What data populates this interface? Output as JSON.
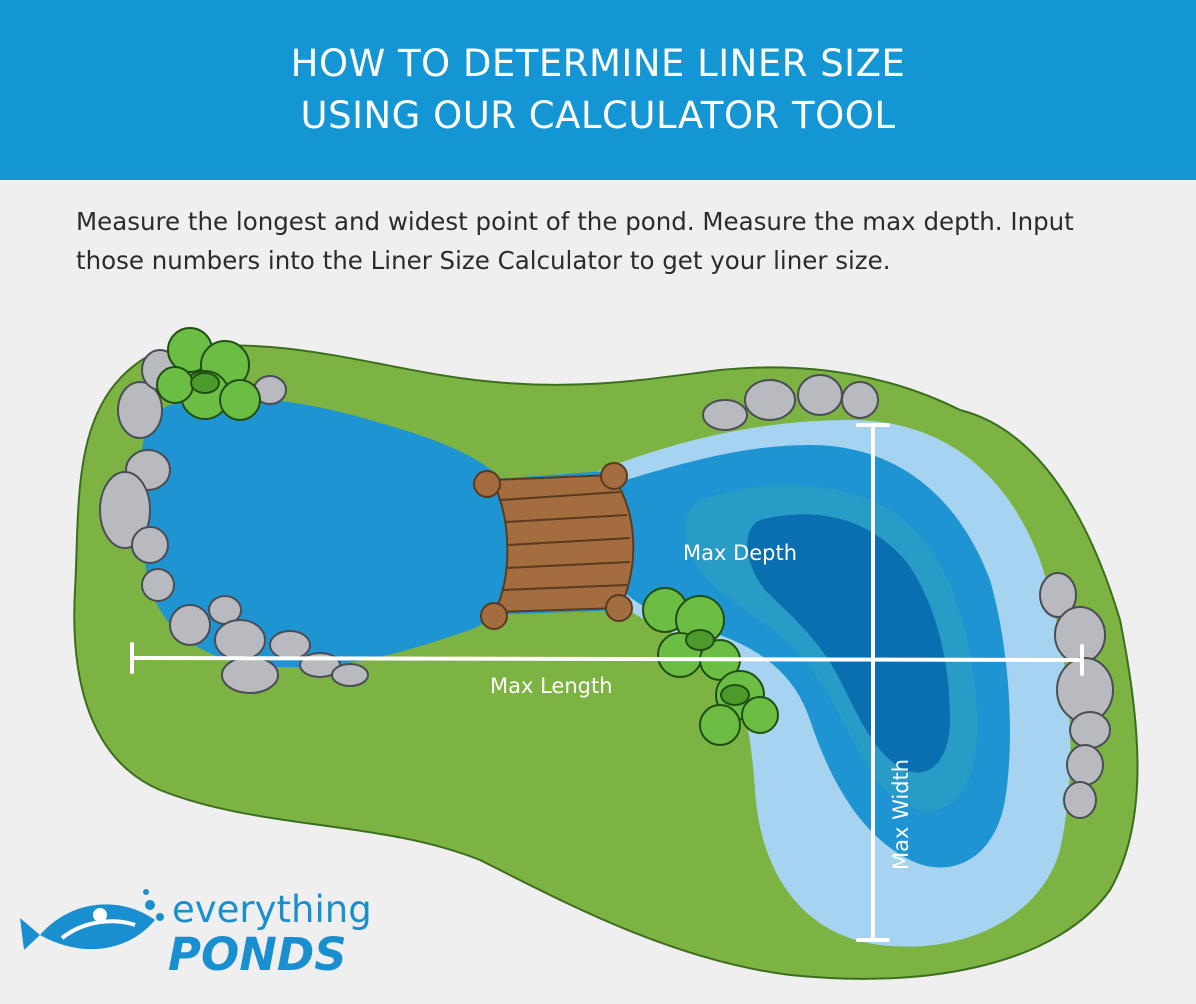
{
  "header": {
    "title_line1": "HOW TO DETERMINE LINER SIZE",
    "title_line2": "USING OUR CALCULATOR TOOL"
  },
  "instructions": "Measure the longest and widest point of the pond. Measure the max depth. Input those numbers into the Liner Size Calculator to get your liner size.",
  "diagram": {
    "labels": {
      "max_depth": "Max Depth",
      "max_length": "Max Length",
      "max_width": "Max Width"
    },
    "colors": {
      "grass": "#7cb342",
      "grass_edge": "#3d6e1e",
      "water": "#1f94d2",
      "shelf": "#a6d3f0",
      "deep": "#2a9cc4",
      "deepest": "#0a6fb0",
      "rock": "#b8babf",
      "wood": "#a36d40",
      "plant": "#6bbd44"
    }
  },
  "logo": {
    "line1": "everything",
    "line2": "PONDS",
    "color": "#1a8fd0"
  }
}
